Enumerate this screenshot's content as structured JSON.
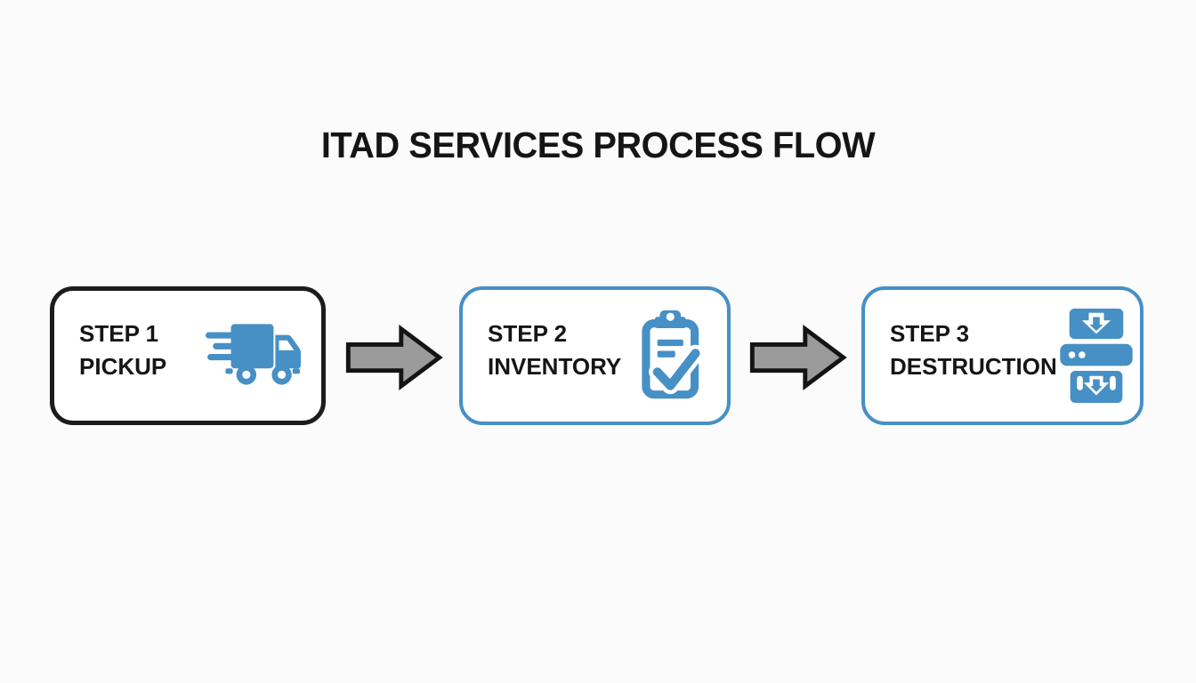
{
  "title": "ITAD SERVICES PROCESS FLOW",
  "colors": {
    "accent_blue": "#4690c5",
    "arrow_fill": "#9b9b9b",
    "arrow_outline": "#141414",
    "box1_border": "#1c1c1c",
    "text": "#151515",
    "background": "#fbfbfb",
    "box_background": "#ffffff"
  },
  "steps": [
    {
      "step_label": "STEP 1",
      "name": "PICKUP",
      "icon": "delivery-truck-icon",
      "border": "black"
    },
    {
      "step_label": "STEP 2",
      "name": "INVENTORY",
      "icon": "clipboard-check-icon",
      "border": "blue"
    },
    {
      "step_label": "STEP 3",
      "name": "DESTRUCTION",
      "icon": "shredder-icon",
      "border": "blue"
    }
  ],
  "connectors": [
    {
      "type": "right-arrow"
    },
    {
      "type": "right-arrow"
    }
  ]
}
